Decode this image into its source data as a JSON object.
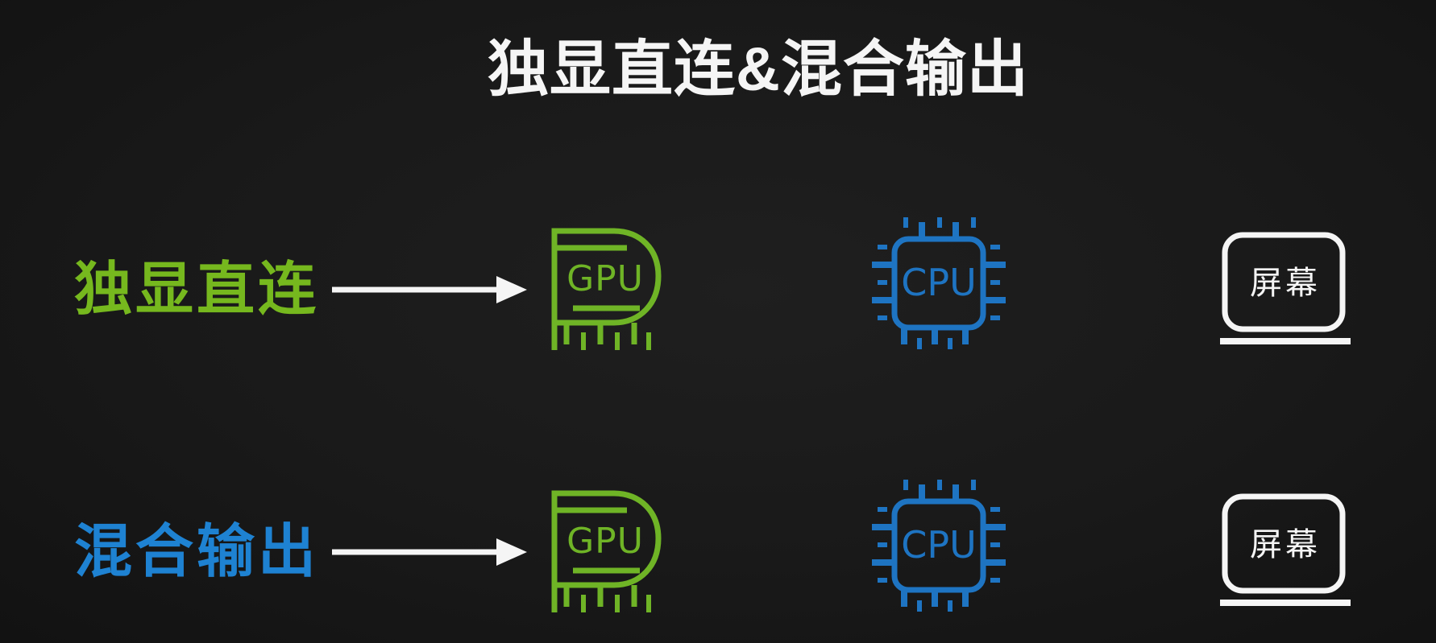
{
  "title": "独显直连&混合输出",
  "colors": {
    "bg": "#191919",
    "white": "#f5f5f5",
    "green": "#76b81e",
    "blue": "#1e82d2",
    "green-icon": "#6fb426",
    "blue-icon": "#1e74c2"
  },
  "icons": {
    "gpu_label": "GPU",
    "cpu_label": "CPU",
    "screen_label": "屏幕",
    "arrow": "right-arrow"
  },
  "rows": [
    {
      "label": "独显直连",
      "color": "#76b81e"
    },
    {
      "label": "混合输出",
      "color": "#1e82d2"
    }
  ]
}
